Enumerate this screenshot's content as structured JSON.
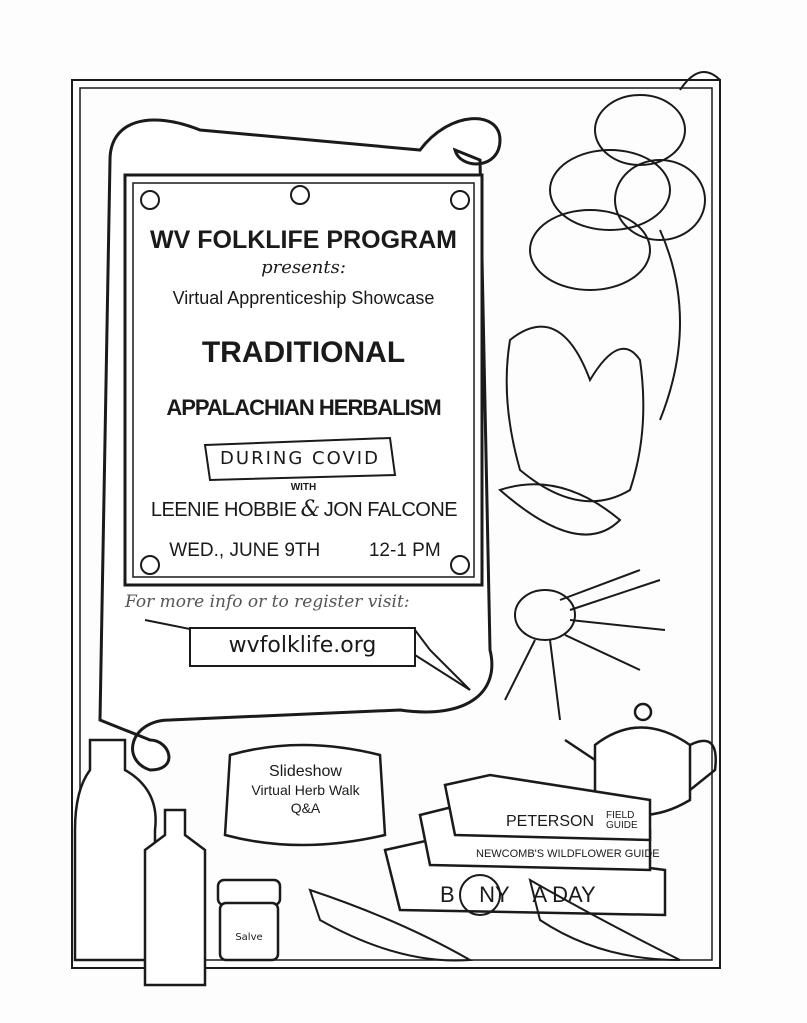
{
  "header": {
    "organization": "WV FOLKLIFE PROGRAM",
    "presents": "presents:",
    "series": "Virtual Apprenticeship Showcase"
  },
  "event": {
    "title_line1": "TRADITIONAL",
    "title_line2": "APPALACHIAN HERBALISM",
    "subtitle": "DURING COVID",
    "with": "WITH",
    "presenter1": "LEENIE HOBBIE",
    "ampersand": "&",
    "presenter2": "JON FALCONE",
    "date": "WED., JUNE 9TH",
    "time": "12-1 PM"
  },
  "register": {
    "prompt": "For more info or to register visit:",
    "url": "wvfolklife.org"
  },
  "agenda": [
    "Slideshow",
    "Virtual Herb Walk",
    "Q&A"
  ],
  "books": {
    "book1_title": "PETERSON",
    "book1_sub": "FIELD GUIDE",
    "book2_title": "NEWCOMB'S WILDFLOWER GUIDE",
    "book3_title": "B    NY    A DAY"
  },
  "jar_label": "Salve"
}
